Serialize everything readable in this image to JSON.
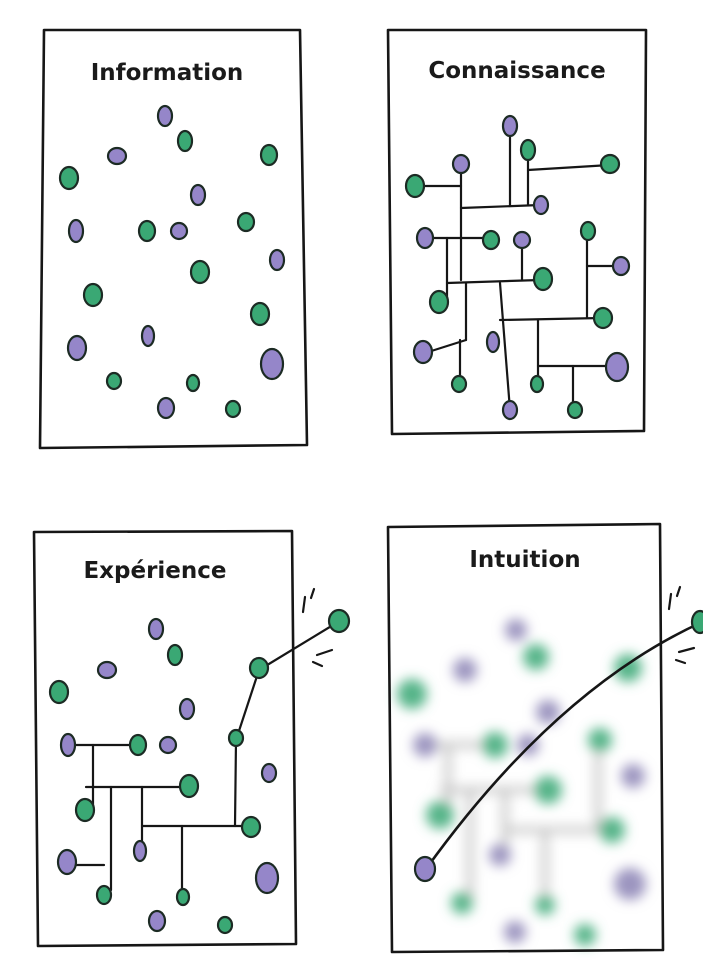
{
  "panels": [
    {
      "id": "information",
      "title": "Information"
    },
    {
      "id": "connaissance",
      "title": "Connaissance"
    },
    {
      "id": "experience",
      "title": "Expérience"
    },
    {
      "id": "intuition",
      "title": "Intuition"
    }
  ],
  "colors": {
    "green": "#3aa874",
    "purple": "#9586c9",
    "outline": "#1c2b24",
    "line": "#161616"
  }
}
